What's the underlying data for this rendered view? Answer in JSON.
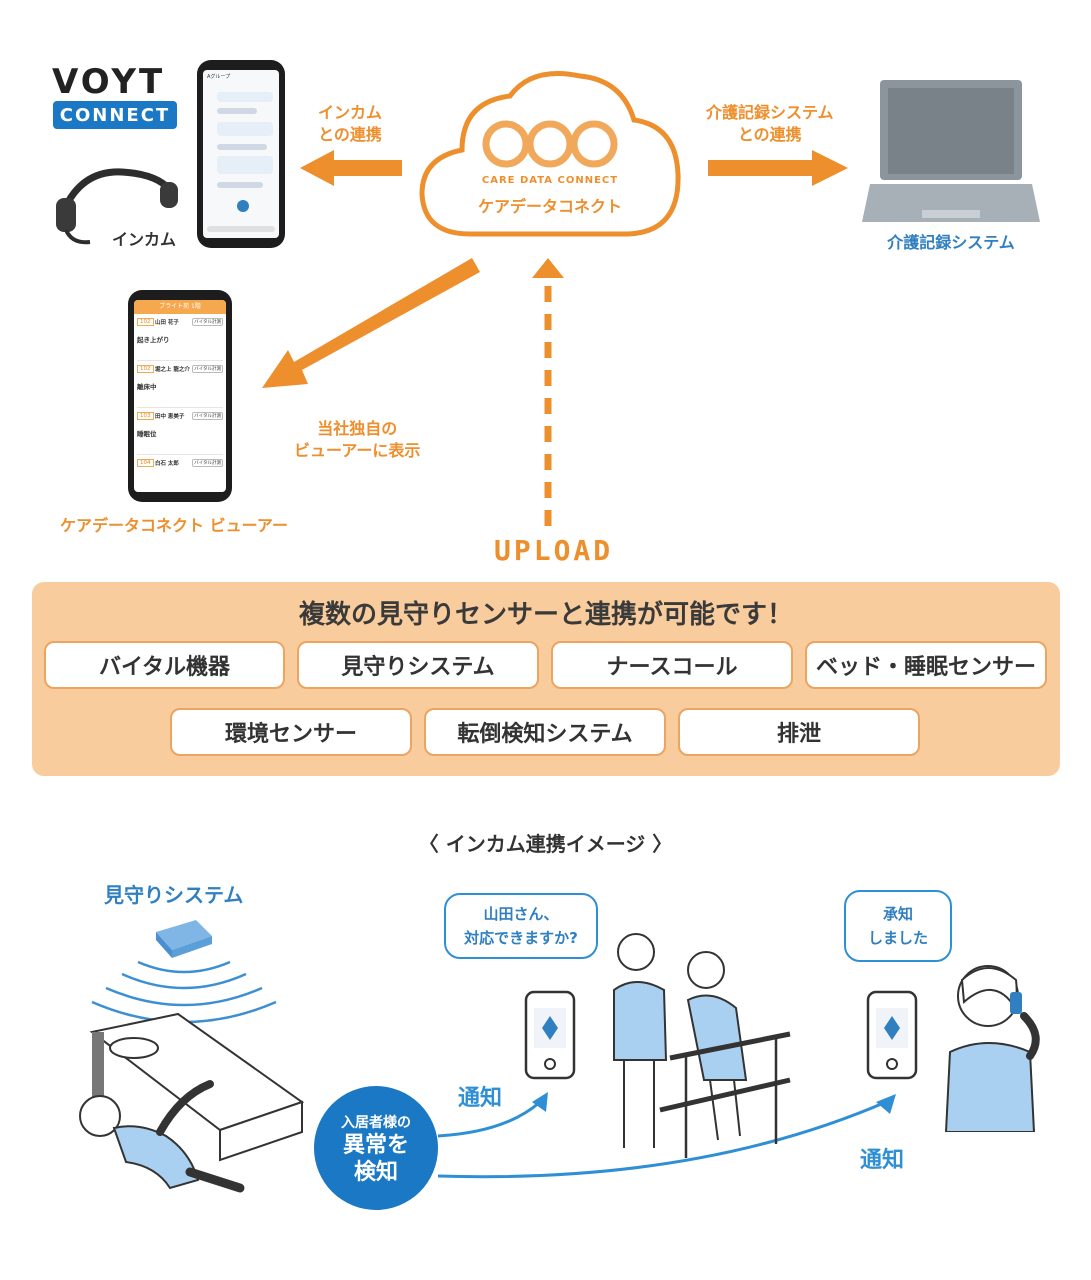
{
  "top": {
    "brand_name": "VOYT",
    "brand_badge": "CONNECT",
    "intercom_label": "インカム",
    "left_arrow_label": [
      "インカム",
      "との連携"
    ],
    "right_arrow_label": [
      "介護記録システム",
      "との連携"
    ],
    "cloud_logo_text": "CARE DATA CONNECT",
    "cloud_label": "ケアデータコネクト",
    "laptop_label": "介護記録システム",
    "viewer_arrow_label": [
      "当社独自の",
      "ビューアーに表示"
    ],
    "viewer_label": "ケアデータコネクト ビューアー",
    "upload_label": "UPLOAD"
  },
  "viewer_phone": {
    "header": "ブライト苑 1階",
    "residents": [
      {
        "room": "102",
        "name": "山田 花子",
        "status": "起き上がり",
        "button": "バイタル計測"
      },
      {
        "room": "102",
        "name": "堀之上 龍之介",
        "status": "離床中",
        "button": "バイタル計測"
      },
      {
        "room": "103",
        "name": "田中 恵美子",
        "status": "睡眠位",
        "button": "バイタル計測"
      },
      {
        "room": "104",
        "name": "白石 太郎",
        "status": "",
        "button": "バイタル計測"
      }
    ]
  },
  "chat_phone": {
    "header": "Aグループ"
  },
  "panel": {
    "title": "複数の見守りセンサーと連携が可能です！",
    "items_row1": [
      "バイタル機器",
      "見守りシステム",
      "ナースコール",
      "ベッド・睡眠センサー"
    ],
    "items_row2": [
      "環境センサー",
      "転倒検知システム",
      "排泄"
    ]
  },
  "scene": {
    "title": "〈 インカム連携イメージ 〉",
    "monitor_label": "見守りシステム",
    "bubble_left": [
      "山田さん、",
      "対応できますか?"
    ],
    "bubble_right": [
      "承知",
      "しました"
    ],
    "notify_1": "通知",
    "notify_2": "通知",
    "circle_text": [
      "入居者様の",
      "異常を",
      "検知"
    ]
  },
  "colors": {
    "orange": "#ee8f2e",
    "blue": "#1b78c4",
    "light_blue": "#2f8fd4",
    "panel_bg": "#f7c58e"
  }
}
